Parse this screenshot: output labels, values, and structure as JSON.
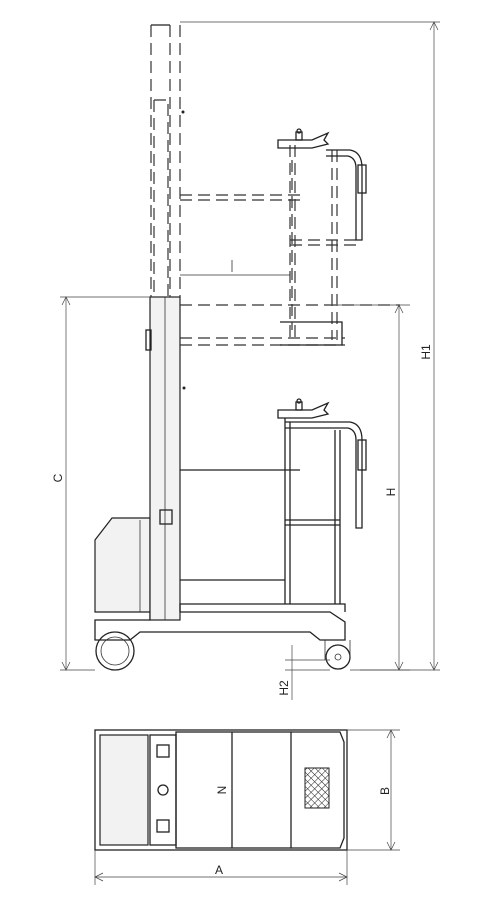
{
  "labels": {
    "H1": "H1",
    "H": "H",
    "C": "C",
    "H2": "H2",
    "N": "N",
    "B": "B",
    "A": "A"
  }
}
